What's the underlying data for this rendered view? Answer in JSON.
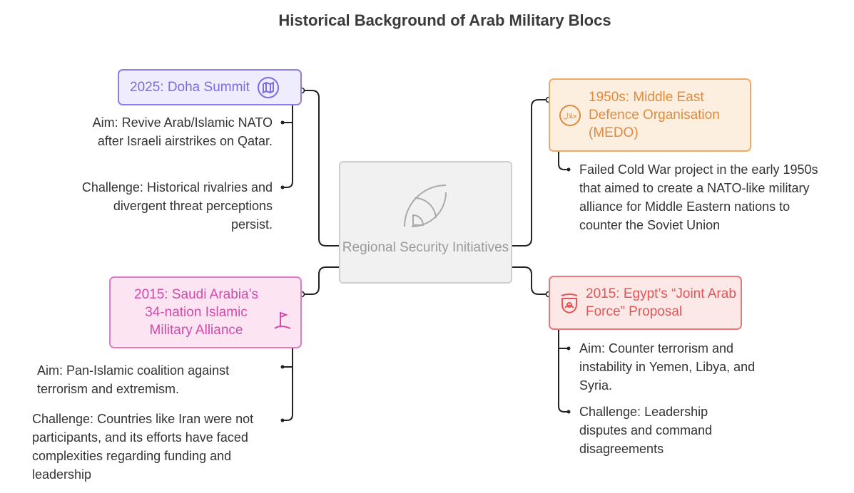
{
  "title": "Historical Background of Arab Military Blocs",
  "center": {
    "label": "Regional Security Initiatives",
    "icon": "signal-waves-icon"
  },
  "nodes": {
    "doha": {
      "label": "2025: Doha Summit",
      "icon": "map-icon",
      "color": "#7b6ce0",
      "bg": "#efedfd",
      "border": "#8b7ff0",
      "aim": "Aim: Revive Arab/Islamic NATO after Israeli airstrikes on Qatar.",
      "challenge": "Challenge: Historical rivalries and divergent threat perceptions persist."
    },
    "medo": {
      "label": "1950s: Middle East Defence Organisation (MEDO)",
      "icon": "halal-icon",
      "color": "#e08a3c",
      "bg": "#fdefe0",
      "border": "#f0a868",
      "detail": "Failed Cold War project in the early 1950s that aimed to create a NATO-like military alliance for Middle Eastern nations to counter the Soviet Union"
    },
    "saudi": {
      "label": "2015: Saudi Arabia’s 34-nation Islamic Military Alliance",
      "icon": "flag-icon",
      "color": "#d04aa8",
      "bg": "#fce4f3",
      "border": "#e07cc6",
      "aim": "Aim: Pan-Islamic coalition against terrorism and extremism.",
      "challenge": "Challenge: Countries like Iran were not participants, and its efforts have faced complexities regarding funding and leadership"
    },
    "egypt": {
      "label": "2015: Egypt’s “Joint Arab Force” Proposal",
      "icon": "soldier-icon",
      "color": "#e05555",
      "bg": "#fde8e8",
      "border": "#ea7878",
      "aim": "Aim: Counter terrorism and instability in Yemen, Libya, and Syria.",
      "challenge": "Challenge: Leadership disputes and command disagreements"
    }
  }
}
